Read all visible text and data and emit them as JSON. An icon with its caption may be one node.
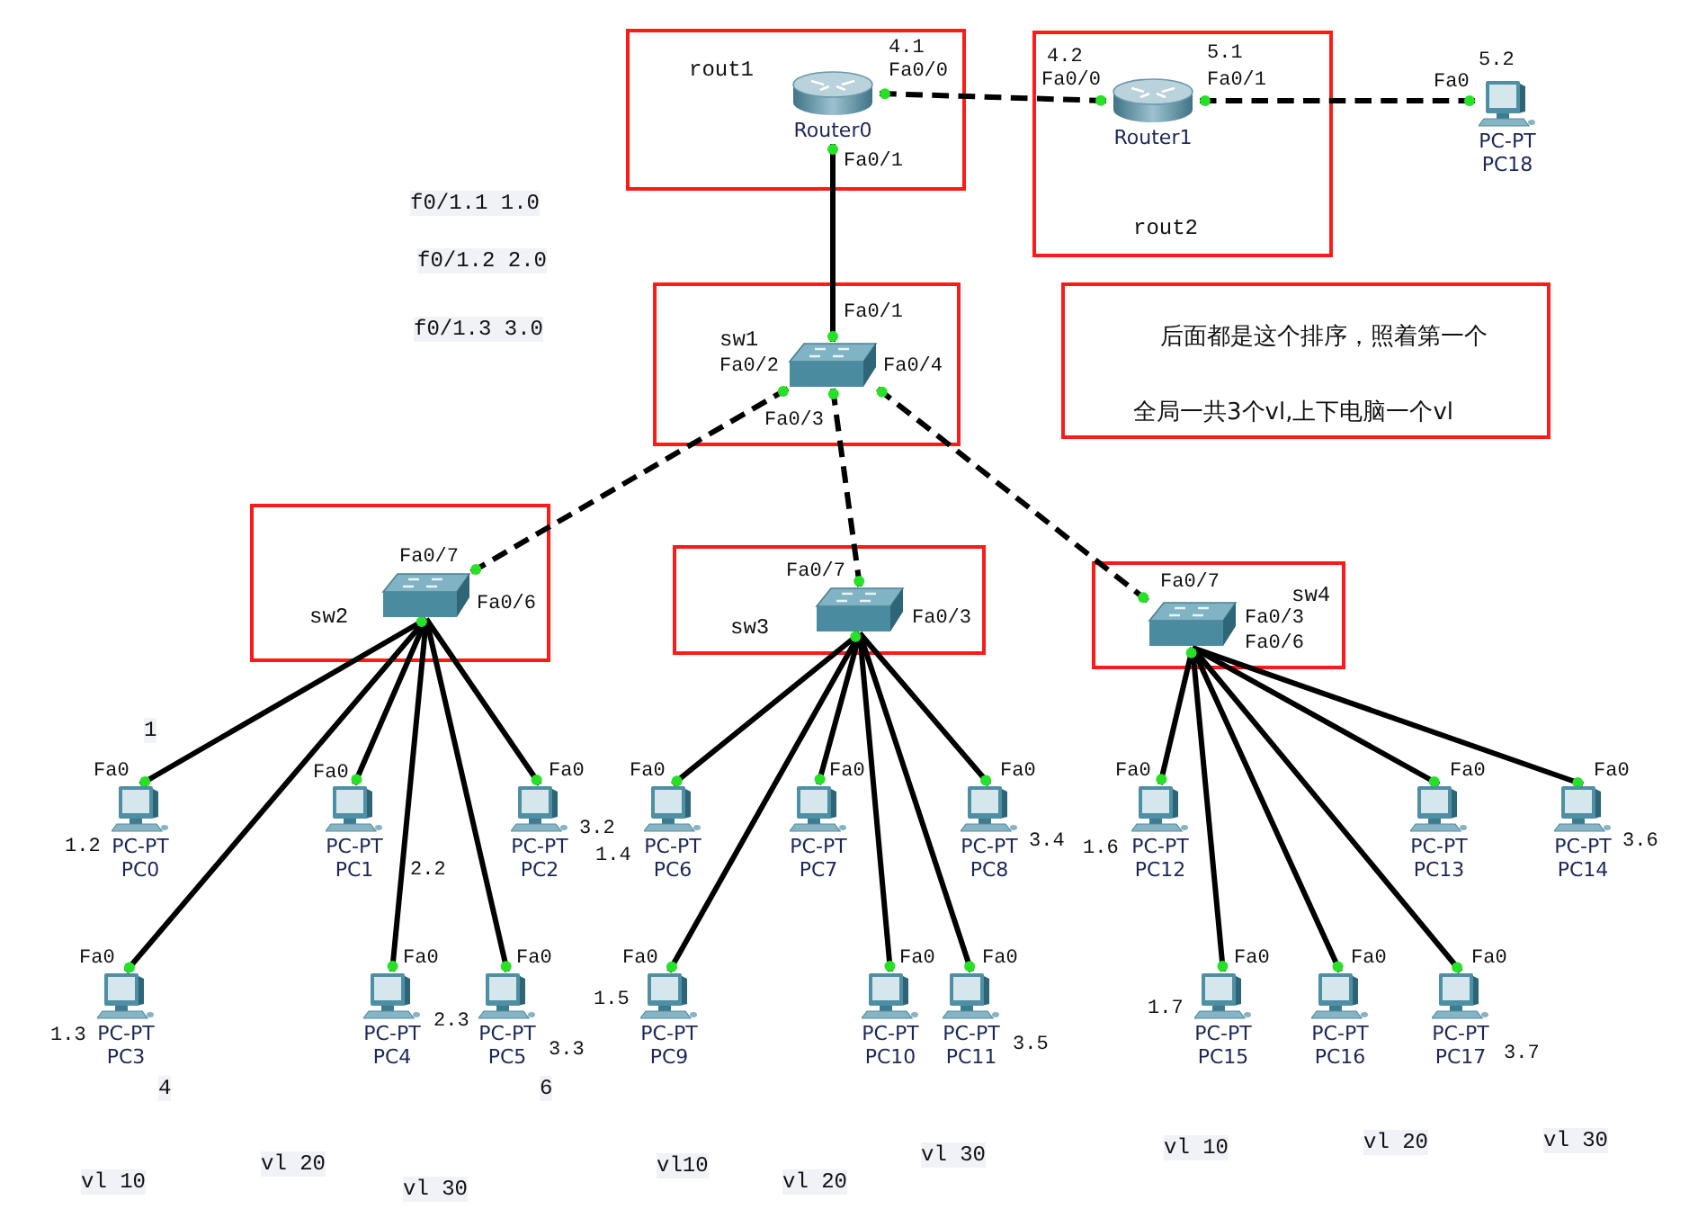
{
  "diagram": {
    "nodes": [
      {
        "text": [
          "rout1"
        ]
      },
      {
        "text": [
          "Router0"
        ],
        "in": 0,
        "beside": [
          "4.1",
          "Fa0/0",
          "Fa0/1"
        ]
      },
      {
        "text": [
          "rout2"
        ]
      },
      {
        "text": [
          "Router1"
        ],
        "in": 2,
        "beside": [
          "4.2",
          "Fa0/0",
          "5.1",
          "Fa0/1"
        ]
      },
      {
        "text": [
          "PC-PT",
          "PC18"
        ],
        "beside": [
          "5.2",
          "Fa0"
        ]
      },
      {
        "text": [
          "sw1"
        ]
      },
      {
        "text": [],
        "shape": "picture",
        "in": 5,
        "beside": [
          "Fa0/1",
          "Fa0/2",
          "Fa0/4",
          "Fa0/3"
        ]
      },
      {
        "text": [
          "后面都是这个排序，照着第一个",
          "全局一共3个vl,上下电脑一个vl"
        ]
      },
      {
        "text": [
          "sw2"
        ]
      },
      {
        "text": [],
        "shape": "picture",
        "in": 8,
        "beside": [
          "Fa0/7",
          "Fa0/6"
        ]
      },
      {
        "text": [
          "sw3"
        ]
      },
      {
        "text": [],
        "shape": "picture",
        "in": 10,
        "beside": [
          "Fa0/7",
          "Fa0/3"
        ]
      },
      {
        "text": [
          "sw4"
        ]
      },
      {
        "text": [],
        "shape": "picture",
        "in": 12,
        "beside": [
          "Fa0/7",
          "Fa0/3",
          "Fa0/6"
        ]
      },
      {
        "text": [
          "PC-PT",
          "PC0"
        ],
        "beside": [
          "Fa0",
          "1.2"
        ]
      },
      {
        "text": [
          "PC-PT",
          "PC1"
        ],
        "beside": [
          "Fa0",
          "2.2"
        ]
      },
      {
        "text": [
          "PC-PT",
          "PC2"
        ],
        "beside": [
          "Fa0",
          "3.2"
        ]
      },
      {
        "text": [
          "PC-PT",
          "PC3"
        ],
        "beside": [
          "Fa0",
          "1.3"
        ]
      },
      {
        "text": [
          "PC-PT",
          "PC4"
        ],
        "beside": [
          "Fa0",
          "2.3"
        ]
      },
      {
        "text": [
          "PC-PT",
          "PC5"
        ],
        "beside": [
          "Fa0",
          "3.3"
        ]
      },
      {
        "text": [
          "PC-PT",
          "PC6"
        ],
        "beside": [
          "Fa0",
          "1.4"
        ]
      },
      {
        "text": [
          "PC-PT",
          "PC7"
        ],
        "beside": [
          "Fa0"
        ]
      },
      {
        "text": [
          "PC-PT",
          "PC8"
        ],
        "beside": [
          "Fa0",
          "3.4"
        ]
      },
      {
        "text": [
          "PC-PT",
          "PC9"
        ],
        "beside": [
          "Fa0",
          "1.5"
        ]
      },
      {
        "text": [
          "PC-PT",
          "PC10"
        ],
        "beside": [
          "Fa0"
        ]
      },
      {
        "text": [
          "PC-PT",
          "PC11"
        ],
        "beside": [
          "Fa0",
          "3.5"
        ]
      },
      {
        "text": [
          "PC-PT",
          "PC12"
        ],
        "beside": [
          "Fa0",
          "1.6"
        ]
      },
      {
        "text": [
          "PC-PT",
          "PC13"
        ],
        "beside": [
          "Fa0"
        ]
      },
      {
        "text": [
          "PC-PT",
          "PC14"
        ],
        "beside": [
          "Fa0",
          "3.6"
        ]
      },
      {
        "text": [
          "PC-PT",
          "PC15"
        ],
        "beside": [
          "Fa0",
          "1.7"
        ]
      },
      {
        "text": [
          "PC-PT",
          "PC16"
        ],
        "beside": [
          "Fa0"
        ]
      },
      {
        "text": [
          "PC-PT",
          "PC17"
        ],
        "beside": [
          "Fa0",
          "3.7"
        ]
      }
    ],
    "edges": [
      {
        "from": 1,
        "to": 3,
        "arrow": "none",
        "style": "dashed"
      },
      {
        "from": 3,
        "to": 4,
        "arrow": "none",
        "style": "dashed"
      },
      {
        "from": 1,
        "to": 6,
        "arrow": "none"
      },
      {
        "from": 6,
        "to": 9,
        "arrow": "none",
        "style": "dashed"
      },
      {
        "from": 6,
        "to": 11,
        "arrow": "none",
        "style": "dashed"
      },
      {
        "from": 6,
        "to": 13,
        "arrow": "none",
        "style": "dashed"
      },
      {
        "from": 9,
        "to": 14,
        "arrow": "none"
      },
      {
        "from": 9,
        "to": 15,
        "arrow": "none"
      },
      {
        "from": 9,
        "to": 16,
        "arrow": "none"
      },
      {
        "from": 9,
        "to": 17,
        "arrow": "none"
      },
      {
        "from": 9,
        "to": 18,
        "arrow": "none"
      },
      {
        "from": 9,
        "to": 19,
        "arrow": "none"
      },
      {
        "from": 11,
        "to": 20,
        "arrow": "none"
      },
      {
        "from": 11,
        "to": 21,
        "arrow": "none"
      },
      {
        "from": 11,
        "to": 22,
        "arrow": "none"
      },
      {
        "from": 11,
        "to": 23,
        "arrow": "none"
      },
      {
        "from": 11,
        "to": 24,
        "arrow": "none"
      },
      {
        "from": 11,
        "to": 25,
        "arrow": "none"
      },
      {
        "from": 13,
        "to": 26,
        "arrow": "none"
      },
      {
        "from": 13,
        "to": 27,
        "arrow": "none"
      },
      {
        "from": 13,
        "to": 28,
        "arrow": "none"
      },
      {
        "from": 13,
        "to": 29,
        "arrow": "none"
      },
      {
        "from": 13,
        "to": 30,
        "arrow": "none"
      },
      {
        "from": 13,
        "to": 31,
        "arrow": "none"
      }
    ],
    "labels": [
      "f0/1.1 1.0",
      "f0/1.2 2.0",
      "f0/1.3 3.0",
      "1",
      "4",
      "6",
      "vl 10",
      "vl 20",
      "vl 30",
      "vl10",
      "vl 20",
      "vl 30",
      "vl 10",
      "vl 20",
      "vl 30"
    ]
  }
}
